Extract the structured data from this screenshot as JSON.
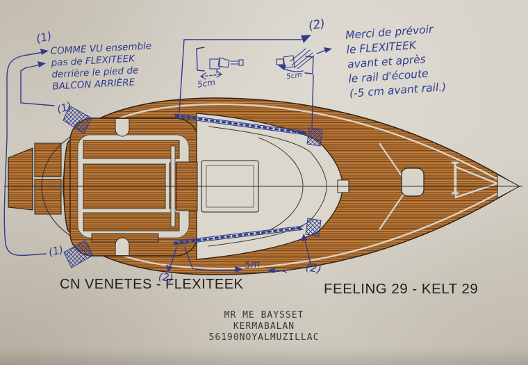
{
  "titles": {
    "left": "CN VENETES - FLEXITEEK",
    "right": "FEELING 29 - KELT 29"
  },
  "address": {
    "line1": "MR ME BAYSSET",
    "line2": "KERMABALAN",
    "line3": "56190NOYALMUZILLAC"
  },
  "annotations": {
    "ref1": "(1)",
    "ref2": "(2)",
    "note1": {
      "line1": "COMME VU ensemble",
      "line2": "pas de FLEXITEEK",
      "line3": "derrière le pied de",
      "line4": "BALCON ARRIÈRE"
    },
    "note2": {
      "line1": "Merci de prévoir",
      "line2": "le FLEXITEEK",
      "line3": "avant et après",
      "line4": "le rail d'écoute",
      "line5": "(-5 cm avant rail.)"
    },
    "dim_sketch_left": "5cm",
    "dim_sketch_right": "5cm",
    "dim_track": "5m"
  },
  "colors": {
    "paper": "#d4cfc4",
    "ink": "#2e3c8e",
    "teak": "#a8682c",
    "teak_dark": "#7c4517",
    "teak_light": "#c08445",
    "outline": "#2e2218",
    "print_text": "#1f1f22"
  }
}
